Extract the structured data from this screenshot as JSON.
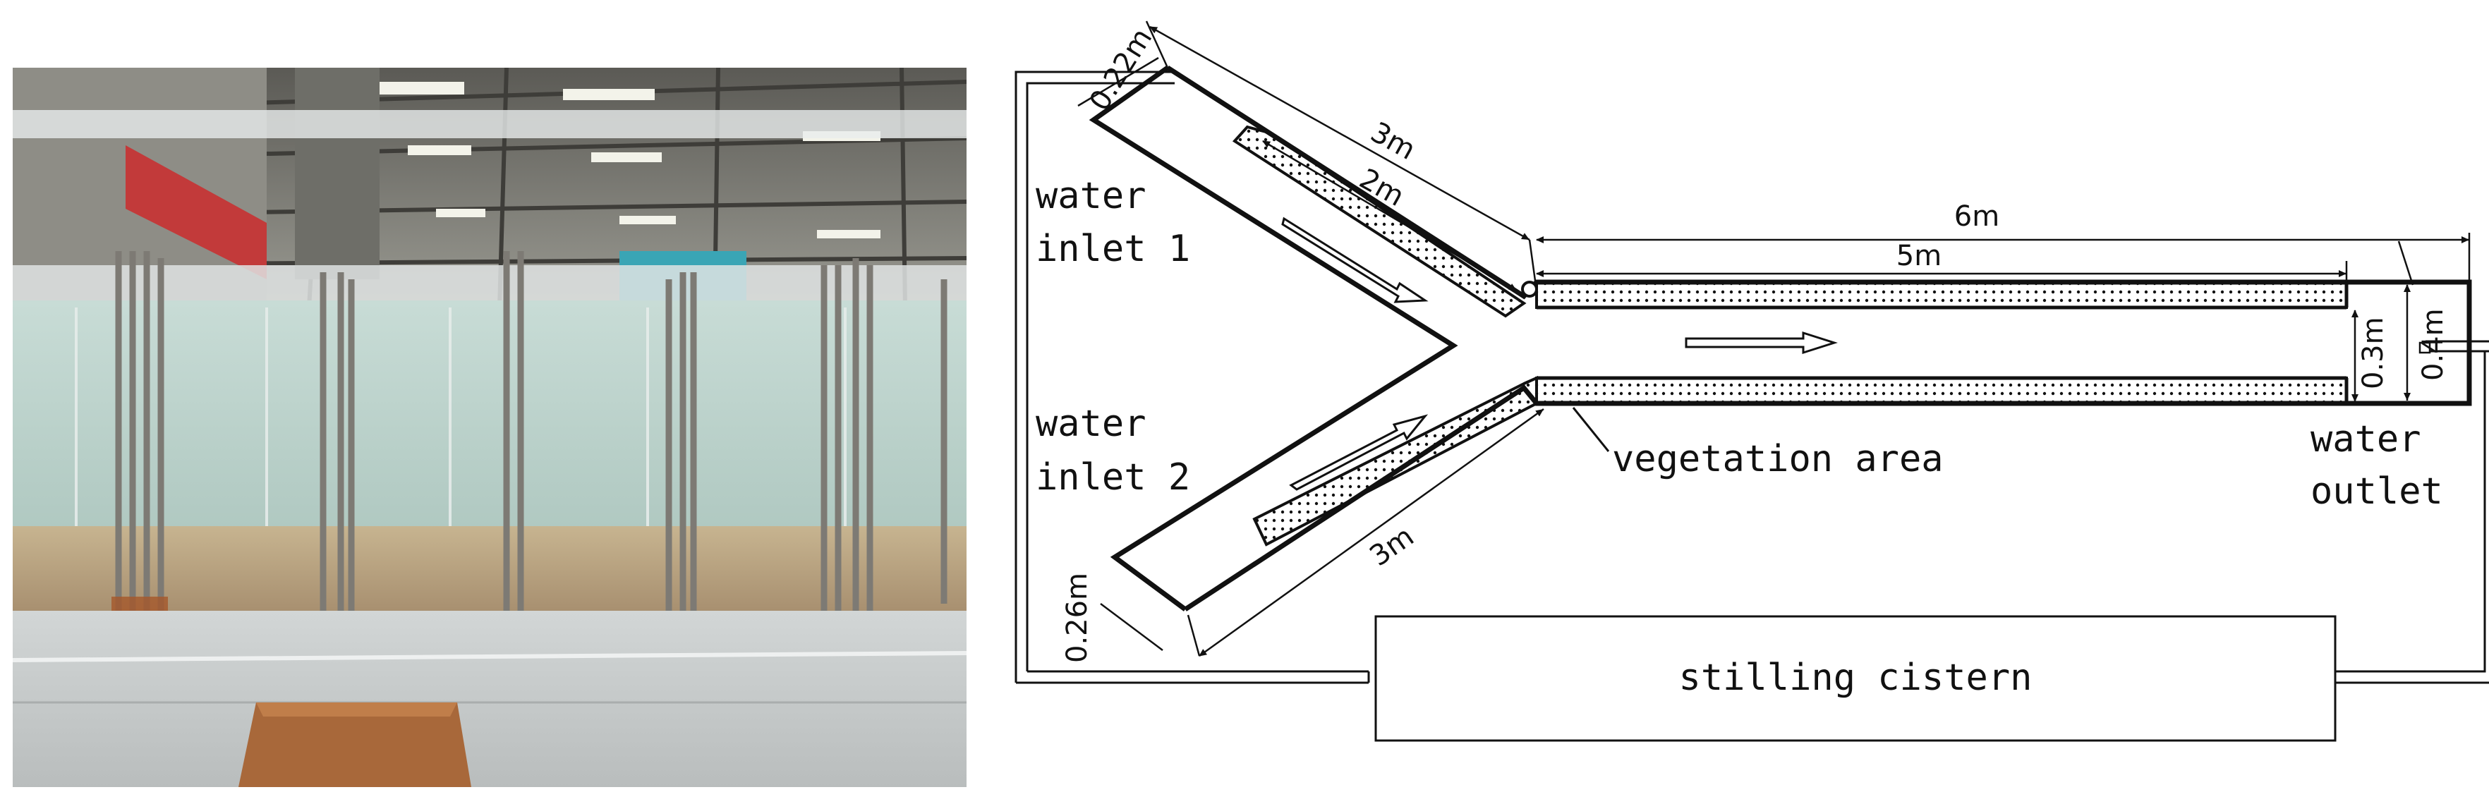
{
  "labels": {
    "water_inlet_1": [
      "water",
      "inlet 1"
    ],
    "water_inlet_2": [
      "water",
      "inlet 2"
    ],
    "water_outlet": [
      "water",
      "outlet"
    ],
    "vegetation_area": "vegetation area",
    "stilling_cistern": "stilling cistern"
  },
  "dimensions": {
    "inlet1_width": "0.22m",
    "inlet1_length": "3m",
    "inlet1_vegetation": "2m",
    "main_total": "6m",
    "main_vegetation": "5m",
    "main_veg_width": "0.3m",
    "main_width": "0.4m",
    "inlet2_length": "3m",
    "inlet2_width": "0.26m"
  },
  "colors": {
    "line": "#111111",
    "background": "#ffffff"
  }
}
